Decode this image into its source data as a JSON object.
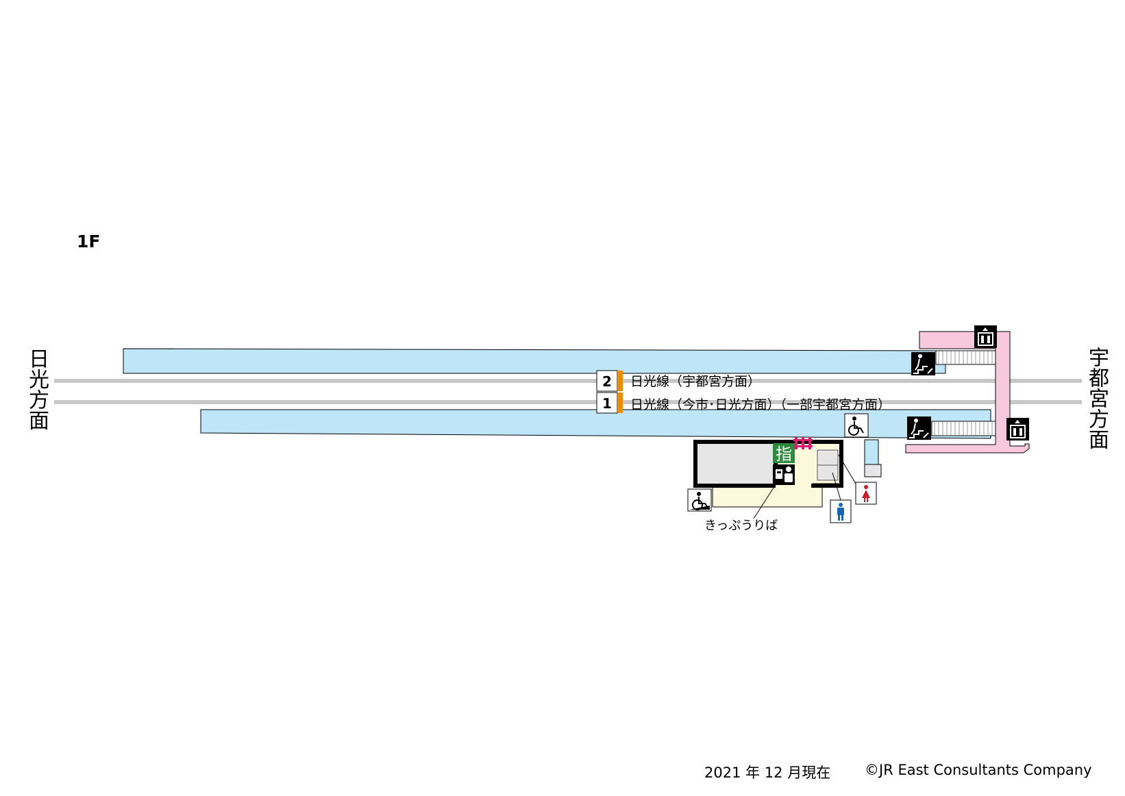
{
  "floor": "1F",
  "directions": {
    "left": "日光方面",
    "right": "宇都宮方面"
  },
  "tracks": [
    {
      "number": "2",
      "label": "日光線（宇都宮方面）"
    },
    {
      "number": "1",
      "label": "日光線（今市･日光方面）（一部宇都宮方面）"
    }
  ],
  "facilities": {
    "reserved_seat_sign": "指",
    "ticket_area_label": "きっぷうりば"
  },
  "icons": [
    "elevator-icon",
    "stairs-icon",
    "wheelchair-icon",
    "female-restroom-icon",
    "male-restroom-icon",
    "ticket-machine-icon",
    "ticket-counter-icon",
    "slope-icon",
    "ticket-gate-icon"
  ],
  "colors": {
    "platform": "#bfe5f8",
    "overpass": "#f8c9dc",
    "station_building": "#e6e6e6",
    "concourse": "#fcf9dc",
    "track": "#c8c8c8",
    "track_marker": "#f08c00",
    "reserved_seat": "#2e8b3e",
    "ticket_gate": "#d81b6e",
    "female": "#d2192b",
    "male": "#1768b4"
  },
  "footer": {
    "date": "2021 年 12 月現在",
    "copyright": "©JR East Consultants Company"
  }
}
